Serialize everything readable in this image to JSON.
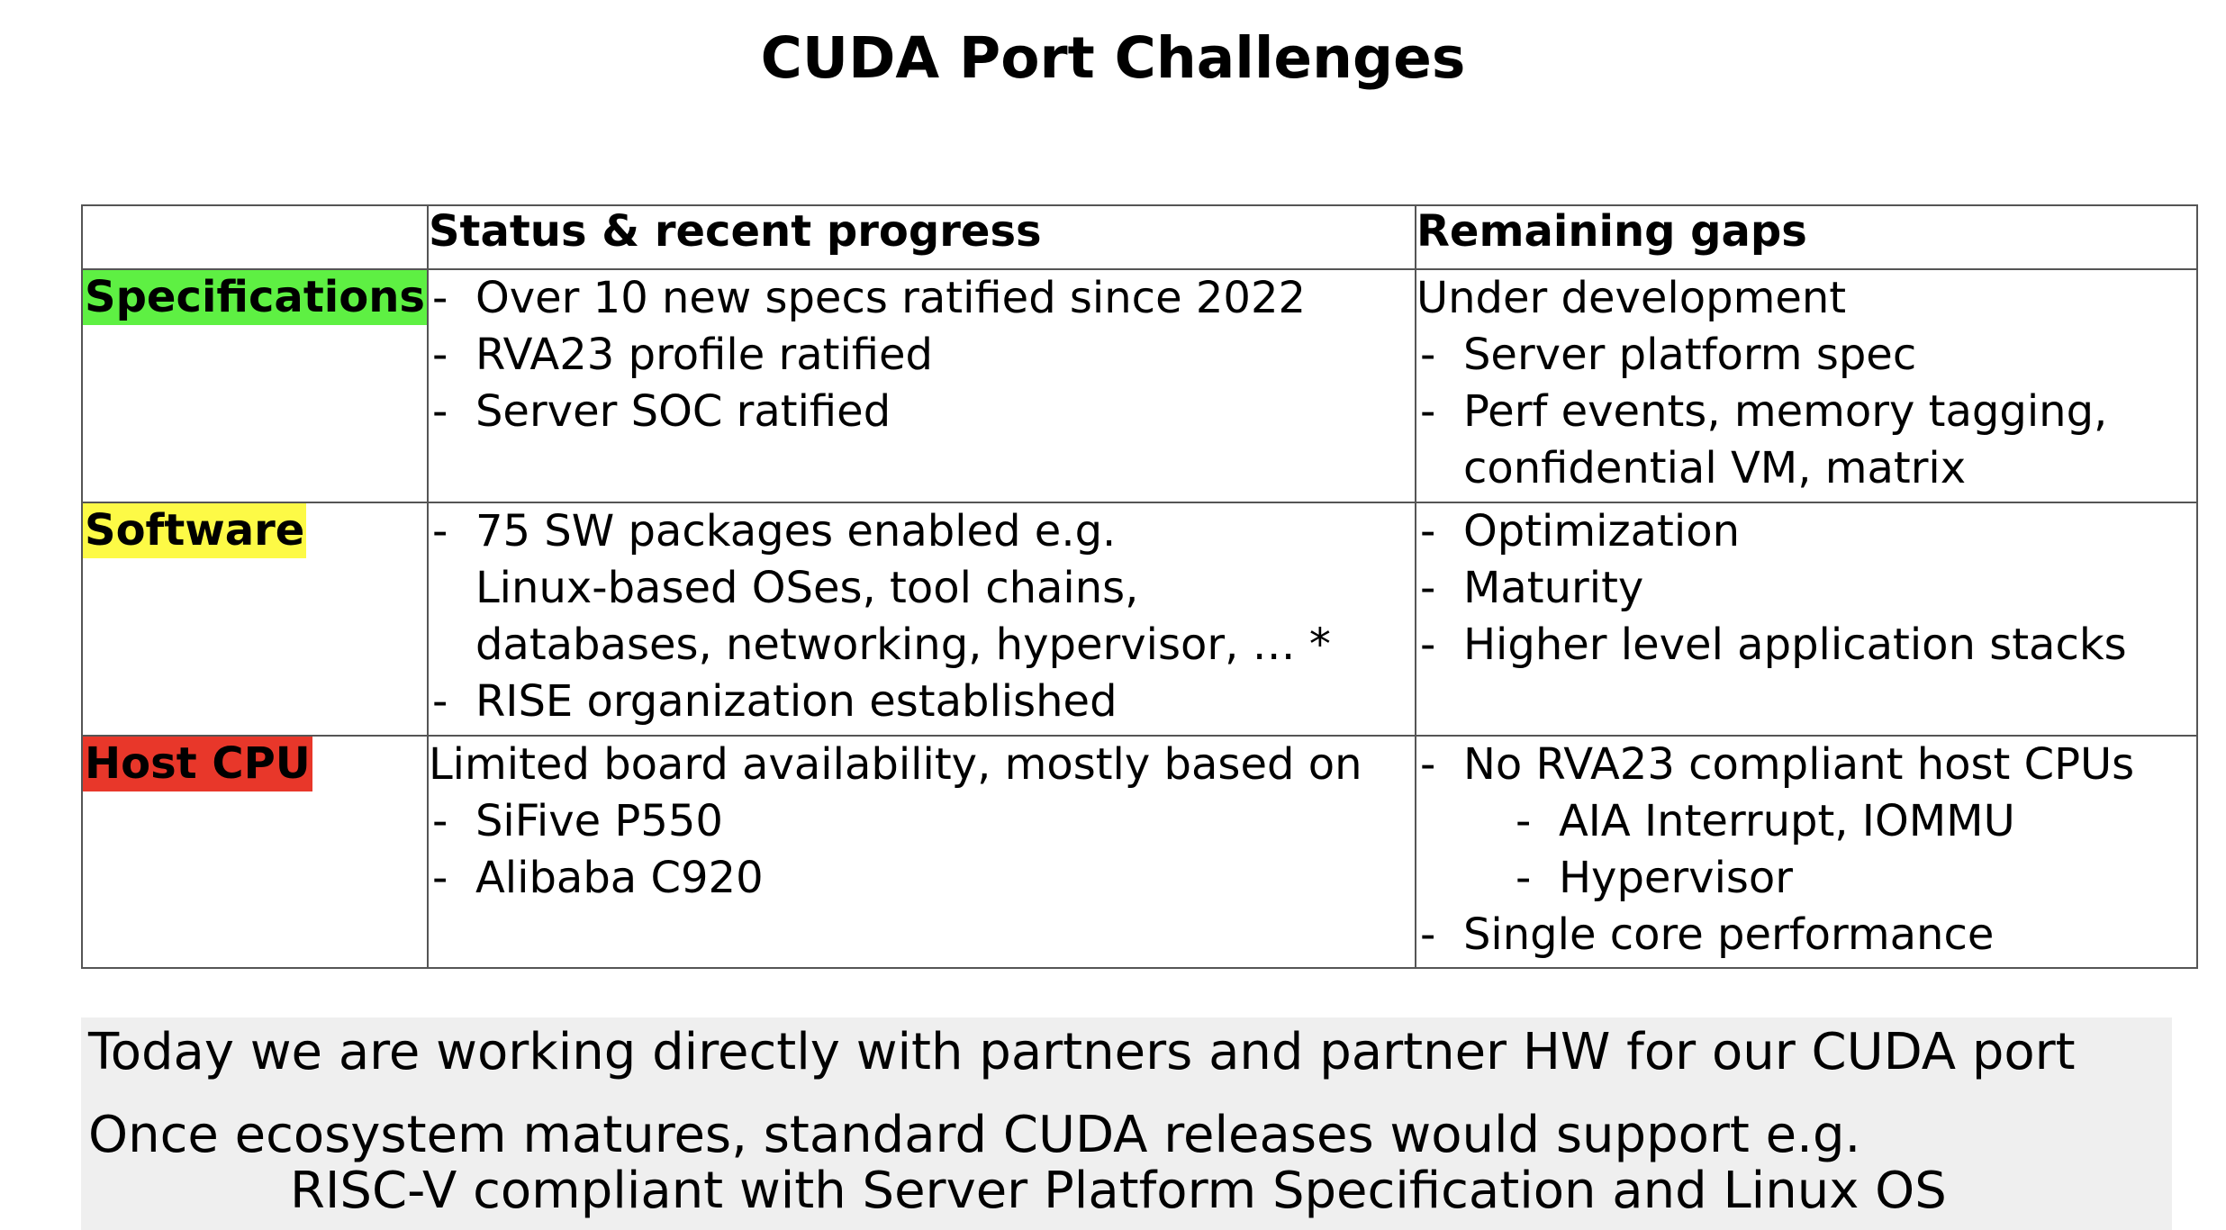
{
  "title": "CUDA Port Challenges",
  "table": {
    "headers": [
      "",
      "Status & recent progress",
      "Remaining gaps"
    ],
    "rows": [
      {
        "label": "Specifications",
        "label_color": "#5ef043",
        "status": [
          "Over 10 new specs ratified since 2022",
          "RVA23 profile ratified",
          "Server SOC ratified"
        ],
        "gaps_intro": "Under development",
        "gaps": [
          "Server platform spec",
          "Perf events, memory tagging,"
        ],
        "gaps_cont": "confidential VM, matrix"
      },
      {
        "label": "Software",
        "label_color": "#fdfa46",
        "status_first": "75 SW packages enabled e.g.",
        "status_cont": [
          "Linux-based OSes, tool chains,",
          "databases, networking, hypervisor, … *"
        ],
        "status_last": "RISE organization established",
        "gaps": [
          "Optimization",
          "Maturity",
          "Higher level application stacks"
        ]
      },
      {
        "label": "Host CPU",
        "label_color": "#e8372a",
        "status_intro": "Limited board availability, mostly based on",
        "status": [
          "SiFive P550",
          "Alibaba C920"
        ],
        "gaps_first": "No RVA23 compliant host CPUs",
        "gaps_sub": [
          "AIA Interrupt, IOMMU",
          "Hypervisor"
        ],
        "gaps_last": "Single core performance"
      }
    ]
  },
  "bottom": {
    "line1": "Today we are working directly with partners and partner HW for our CUDA port",
    "line2": "Once ecosystem matures, standard CUDA releases would support e.g.",
    "line3": "RISC-V compliant with Server Platform Specification and Linux OS"
  }
}
